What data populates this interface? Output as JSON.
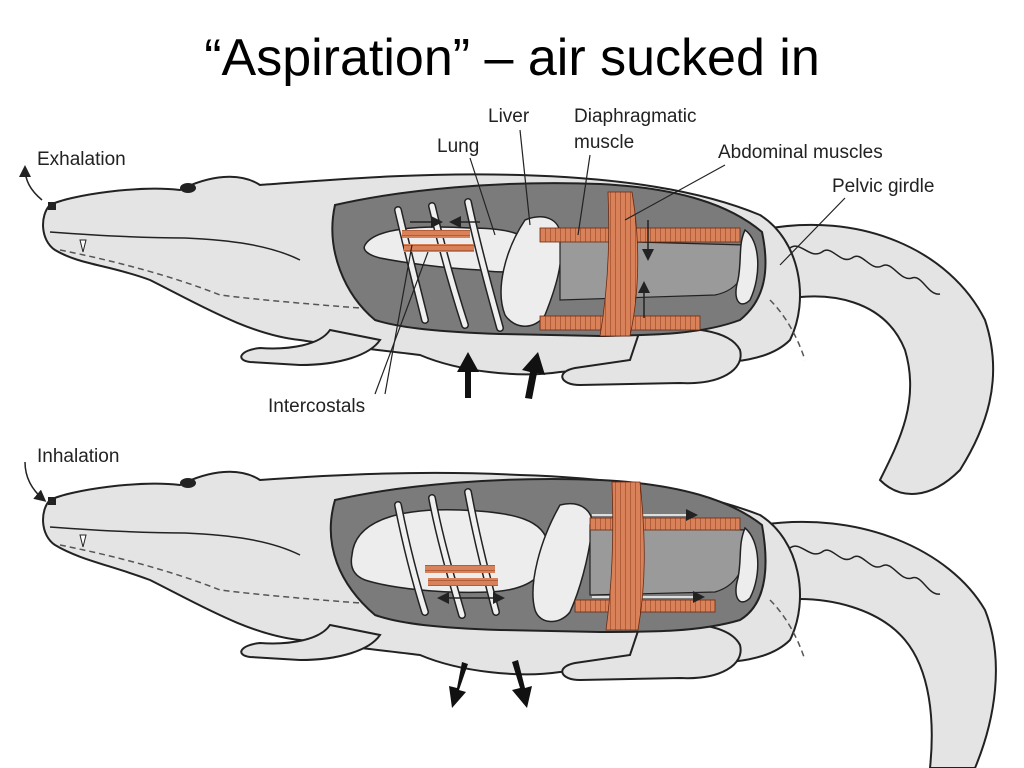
{
  "title": "“Aspiration” – air sucked in",
  "labels": {
    "exhalation": "Exhalation",
    "inhalation": "Inhalation",
    "liver": "Liver",
    "lung": "Lung",
    "diaphragmatic_1": "Diaphragmatic",
    "diaphragmatic_2": "muscle",
    "abdominal": "Abdominal muscles",
    "pelvic": "Pelvic girdle",
    "intercostals": "Intercostals"
  },
  "colors": {
    "body": "#e4e4e4",
    "cavity": "#7b7b7b",
    "organ": "#ededed",
    "muscle": "#d9825a",
    "outline": "#222222"
  }
}
